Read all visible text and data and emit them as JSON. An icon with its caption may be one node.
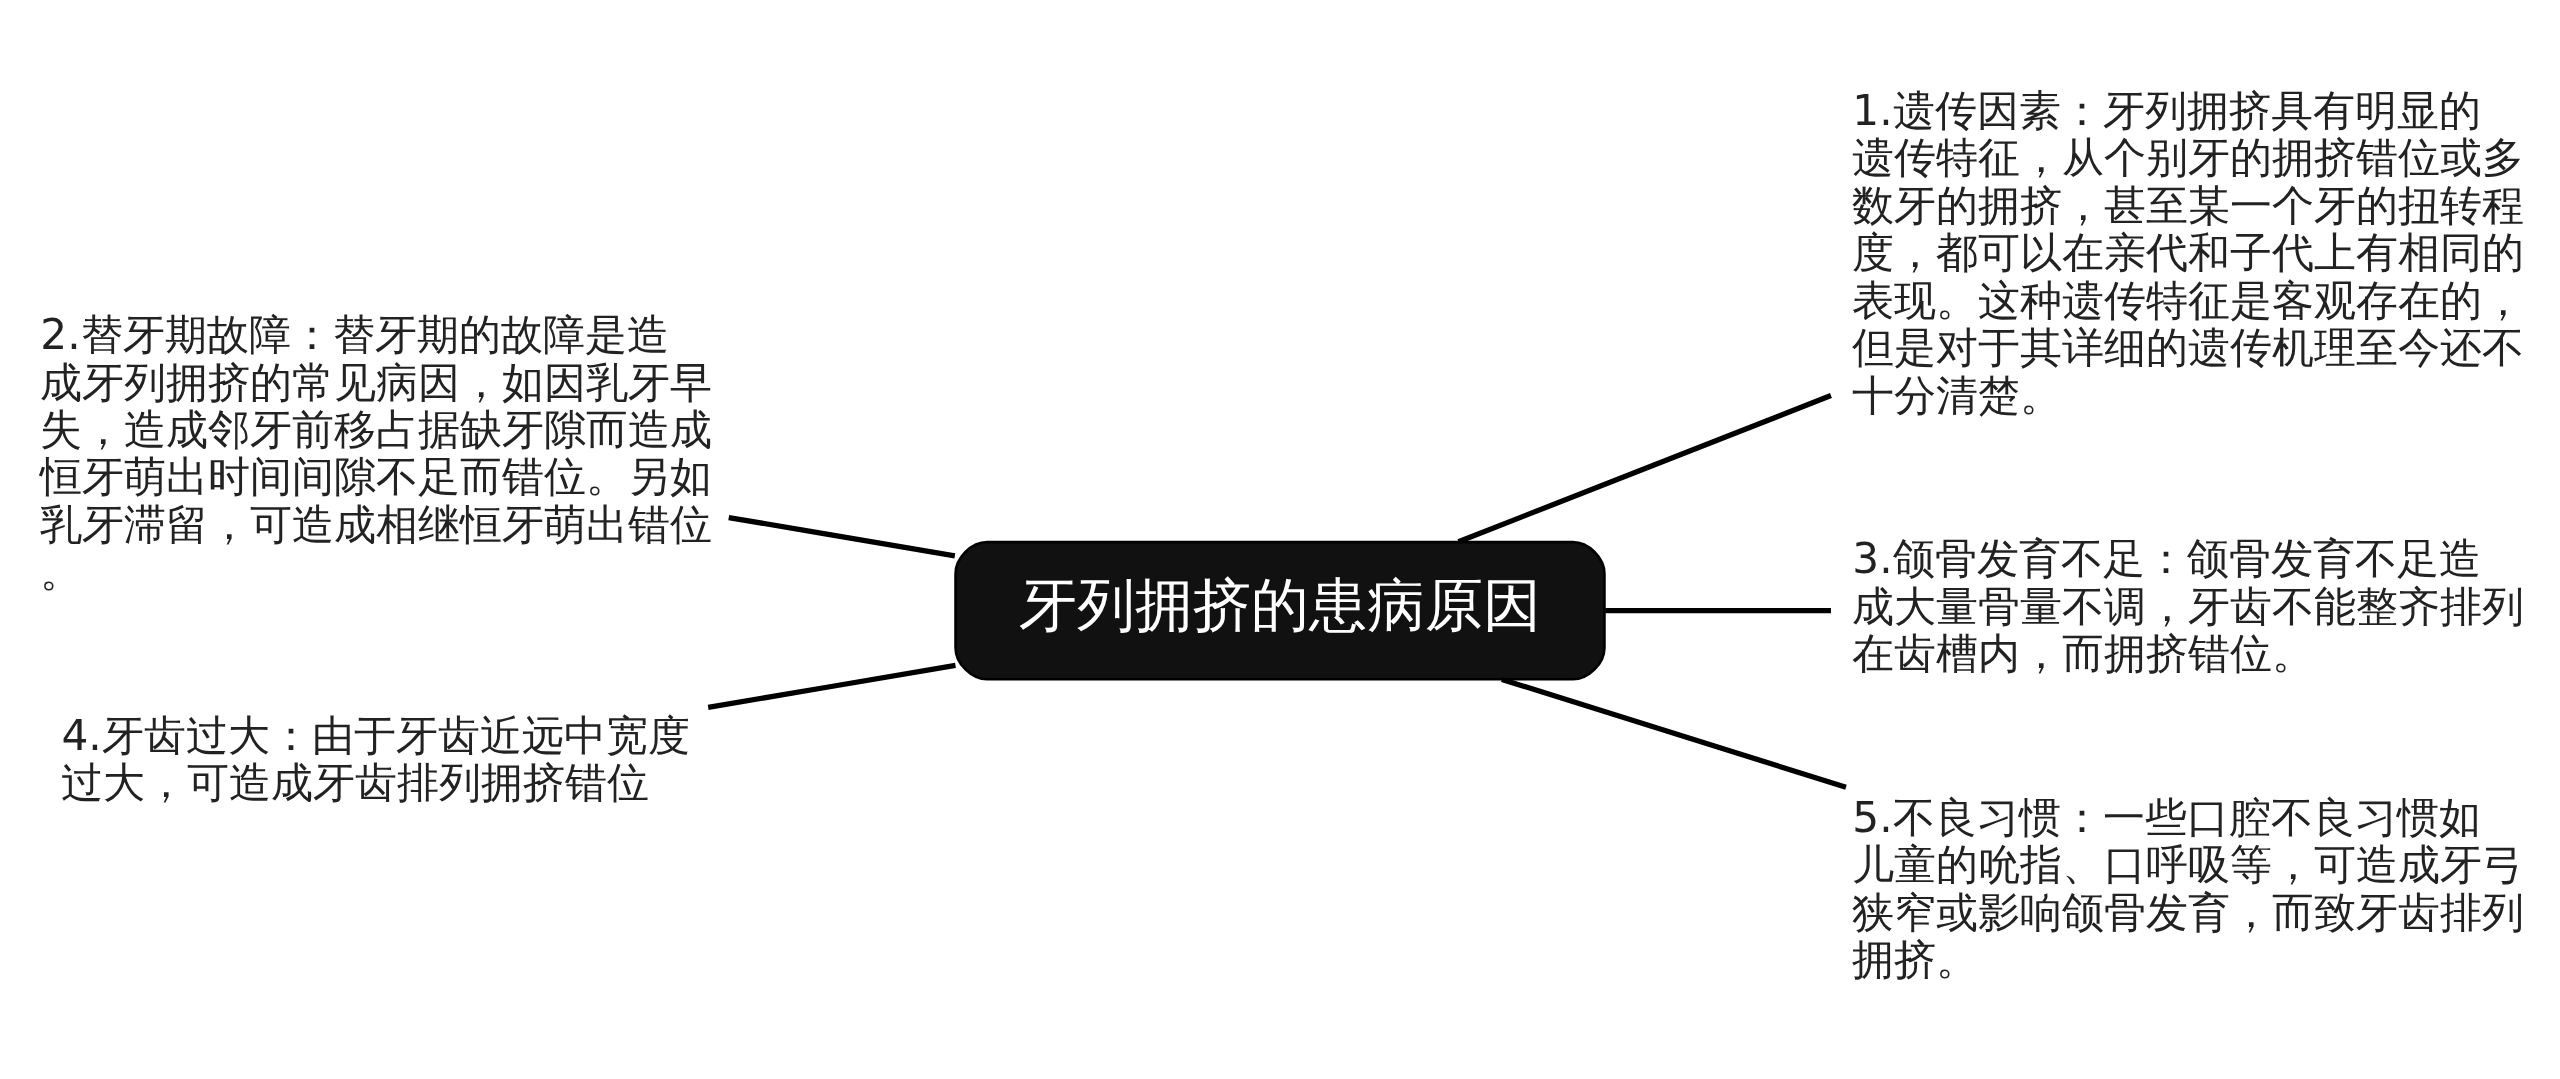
{
  "diagram": {
    "nodes": [
      {
        "text": [
          "牙列拥挤的患病原因"
        ]
      },
      {
        "text": [
          "1.遗传因素：牙列拥挤具有明显的遗传特征，从个别牙的拥挤错位或多数牙的拥挤，甚至某一个牙的扭转程度，都可以在亲代和子代上有相同的表现。这种遗传特征是客观存在的，但是对于其详细的遗传机理至今还不十分清楚。"
        ]
      },
      {
        "text": [
          "2.替牙期故障：替牙期的故障是造成牙列拥挤的常见病因，如因乳牙早失，造成邻牙前移占据缺牙隙而造成恒牙萌出时间间隙不足而错位。另如乳牙滞留，可造成相继恒牙萌出错位。"
        ]
      },
      {
        "text": [
          "3.颌骨发育不足：颌骨发育不足造成大量骨量不调，牙齿不能整齐排列在齿槽内，而拥挤错位。"
        ]
      },
      {
        "text": [
          "4.牙齿过大：由于牙齿近远中宽度过大，可造成牙齿排列拥挤错位"
        ]
      },
      {
        "text": [
          "5.不良习惯：一些口腔不良习惯如儿童的吮指、口呼吸等，可造成牙弓狭窄或影响颌骨发育，而致牙齿排列拥挤。"
        ]
      }
    ],
    "edges": [
      {
        "from": 0,
        "to": 1,
        "arrow": "none"
      },
      {
        "from": 0,
        "to": 2,
        "arrow": "none"
      },
      {
        "from": 0,
        "to": 3,
        "arrow": "none"
      },
      {
        "from": 0,
        "to": 4,
        "arrow": "none"
      },
      {
        "from": 0,
        "to": 5,
        "arrow": "none"
      }
    ]
  }
}
